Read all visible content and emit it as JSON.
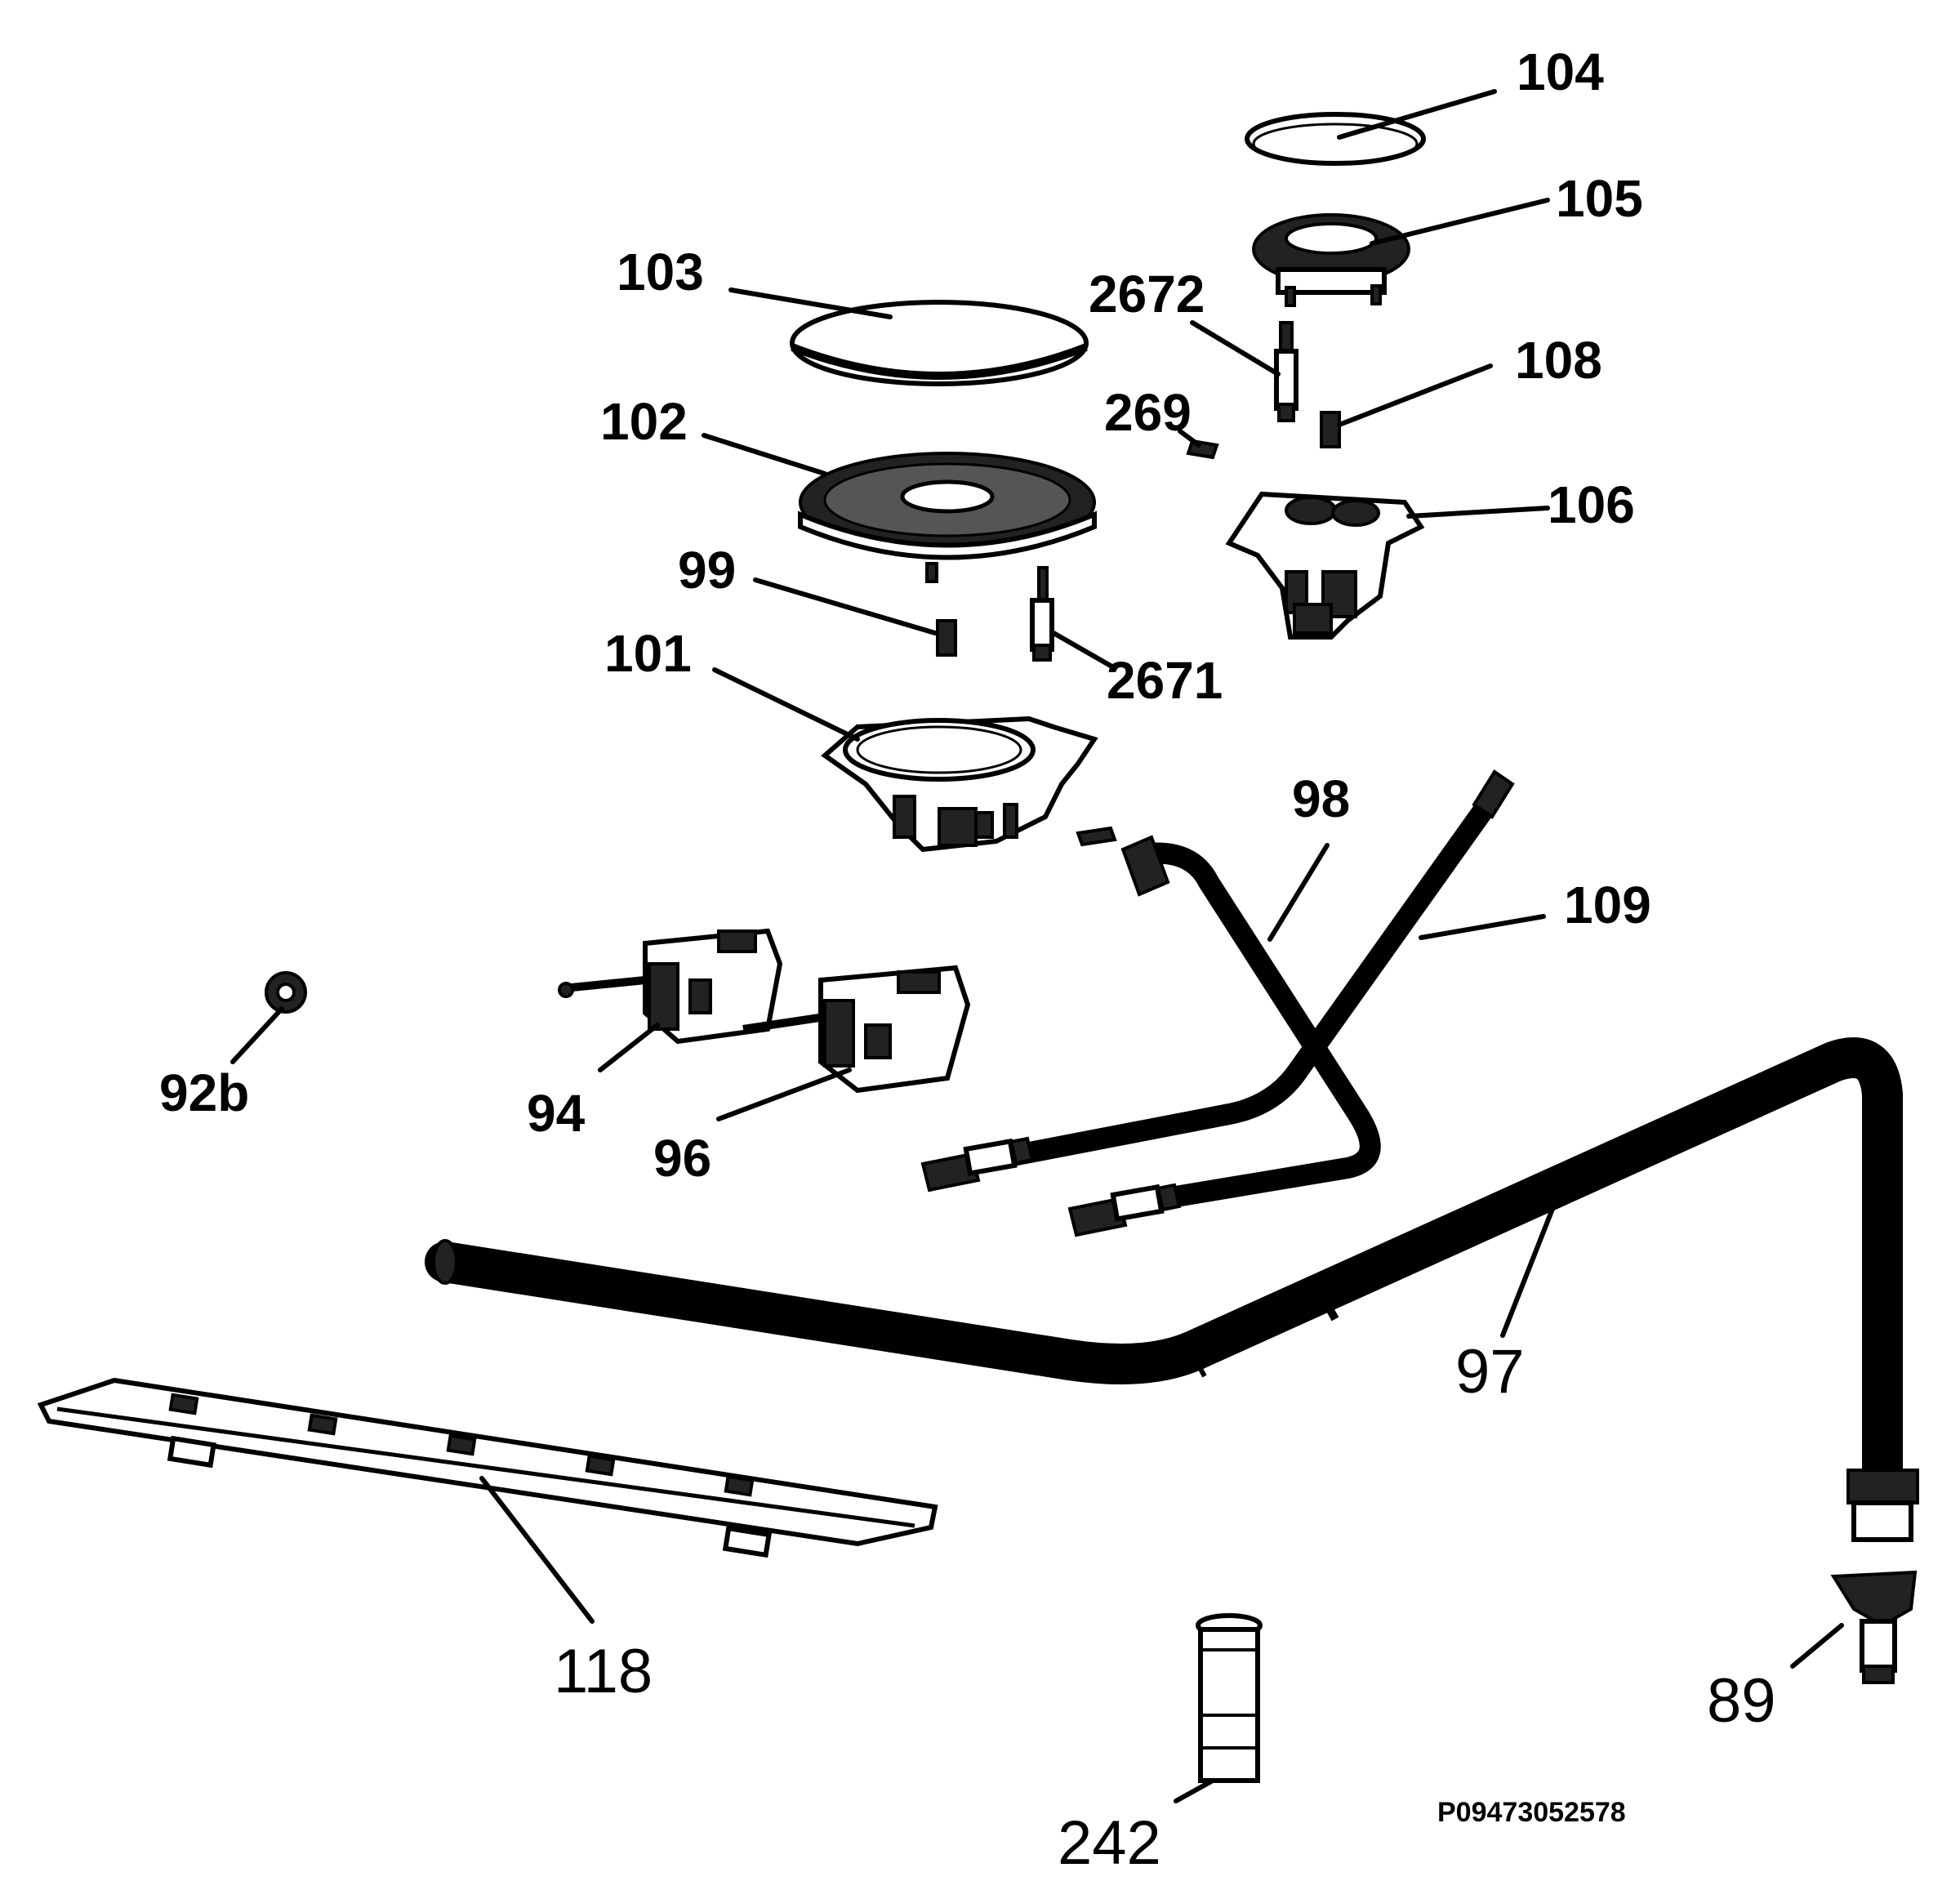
{
  "diagram": {
    "code": "P09473052578",
    "labels": [
      {
        "id": "104",
        "text": "104"
      },
      {
        "id": "105",
        "text": "105"
      },
      {
        "id": "103",
        "text": "103"
      },
      {
        "id": "2672",
        "text": "2672"
      },
      {
        "id": "108",
        "text": "108"
      },
      {
        "id": "269",
        "text": "269"
      },
      {
        "id": "102",
        "text": "102"
      },
      {
        "id": "106",
        "text": "106"
      },
      {
        "id": "99",
        "text": "99"
      },
      {
        "id": "2671",
        "text": "2671"
      },
      {
        "id": "101",
        "text": "101"
      },
      {
        "id": "98",
        "text": "98"
      },
      {
        "id": "109",
        "text": "109"
      },
      {
        "id": "92b",
        "text": "92b"
      },
      {
        "id": "94",
        "text": "94"
      },
      {
        "id": "96",
        "text": "96"
      },
      {
        "id": "97",
        "text": "97"
      },
      {
        "id": "118",
        "text": "118"
      },
      {
        "id": "89",
        "text": "89"
      },
      {
        "id": "242",
        "text": "242"
      }
    ]
  }
}
